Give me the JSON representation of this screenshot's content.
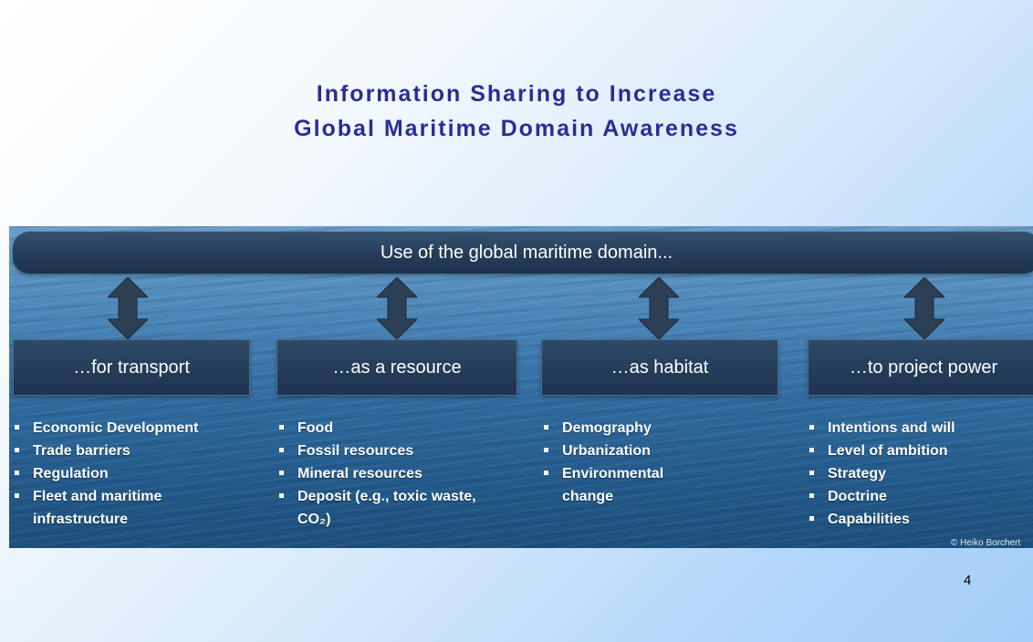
{
  "slide": {
    "title_line1": "Information Sharing to Increase",
    "title_line2": "Global Maritime Domain Awareness",
    "page_number": "4"
  },
  "diagram": {
    "banner": "Use of the global maritime domain...",
    "columns": [
      {
        "heading": "…for transport",
        "items": [
          "Economic Development",
          "Trade barriers",
          "Regulation",
          "Fleet and maritime infrastructure"
        ]
      },
      {
        "heading": "…as a resource",
        "items": [
          "Food",
          "Fossil resources",
          "Mineral resources",
          "Deposit (e.g., toxic waste, CO₂)"
        ]
      },
      {
        "heading": "…as habitat",
        "items": [
          "Demography",
          "Urbanization",
          "Environmental change"
        ]
      },
      {
        "heading": "…to project power",
        "items": [
          "Intentions and will",
          "Level of ambition",
          "Strategy",
          "Doctrine",
          "Capabilities"
        ]
      }
    ],
    "copyright": "© Heiko Borchert"
  },
  "colors": {
    "title": "#2a2d95",
    "banner": "#253d59",
    "ocean": "#2f6b9e"
  }
}
